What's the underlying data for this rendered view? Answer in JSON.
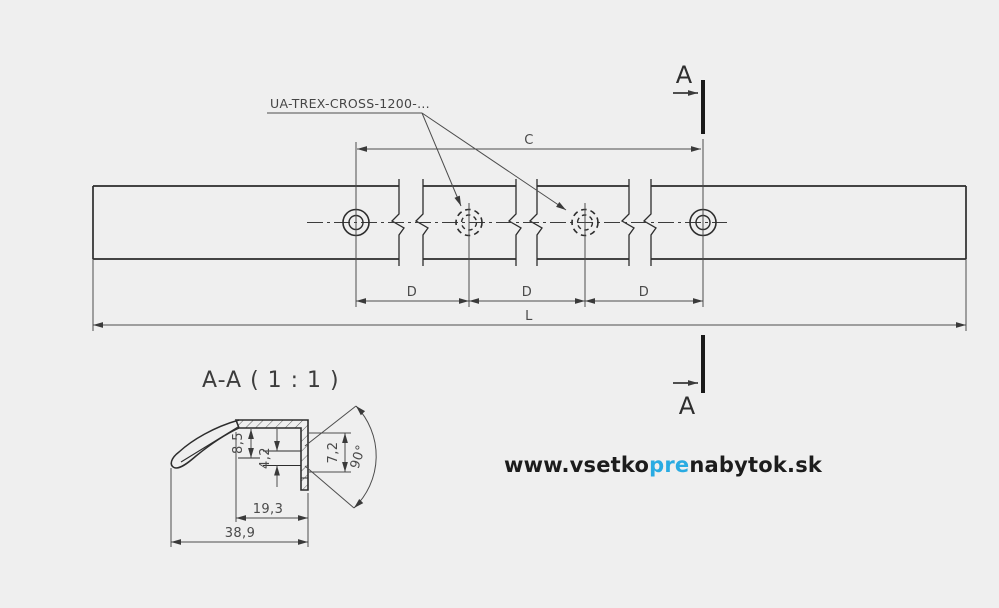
{
  "drawing": {
    "part_label": "UA-TREX-CROSS-1200-...",
    "main_view": {
      "dim_c": "C",
      "dim_d": "D",
      "dim_l": "L",
      "section_letter": "A"
    },
    "section_view": {
      "title": "A-A ( 1 : 1 )",
      "dim_depth": "8,5",
      "dim_slot": "4,2",
      "dim_side": "7,2",
      "dim_angle": "90°",
      "dim_inner_width": "19,3",
      "dim_overall_width": "38,9"
    }
  },
  "watermark": {
    "prefix": "www.vsetko",
    "highlight": "pre",
    "suffix": "nabytok.sk"
  },
  "colors": {
    "background": "#efefef",
    "line": "#2d2d2d",
    "dimension": "#4c4c4c",
    "watermark_text": "#1c1c1c",
    "watermark_highlight": "#29abe2"
  }
}
